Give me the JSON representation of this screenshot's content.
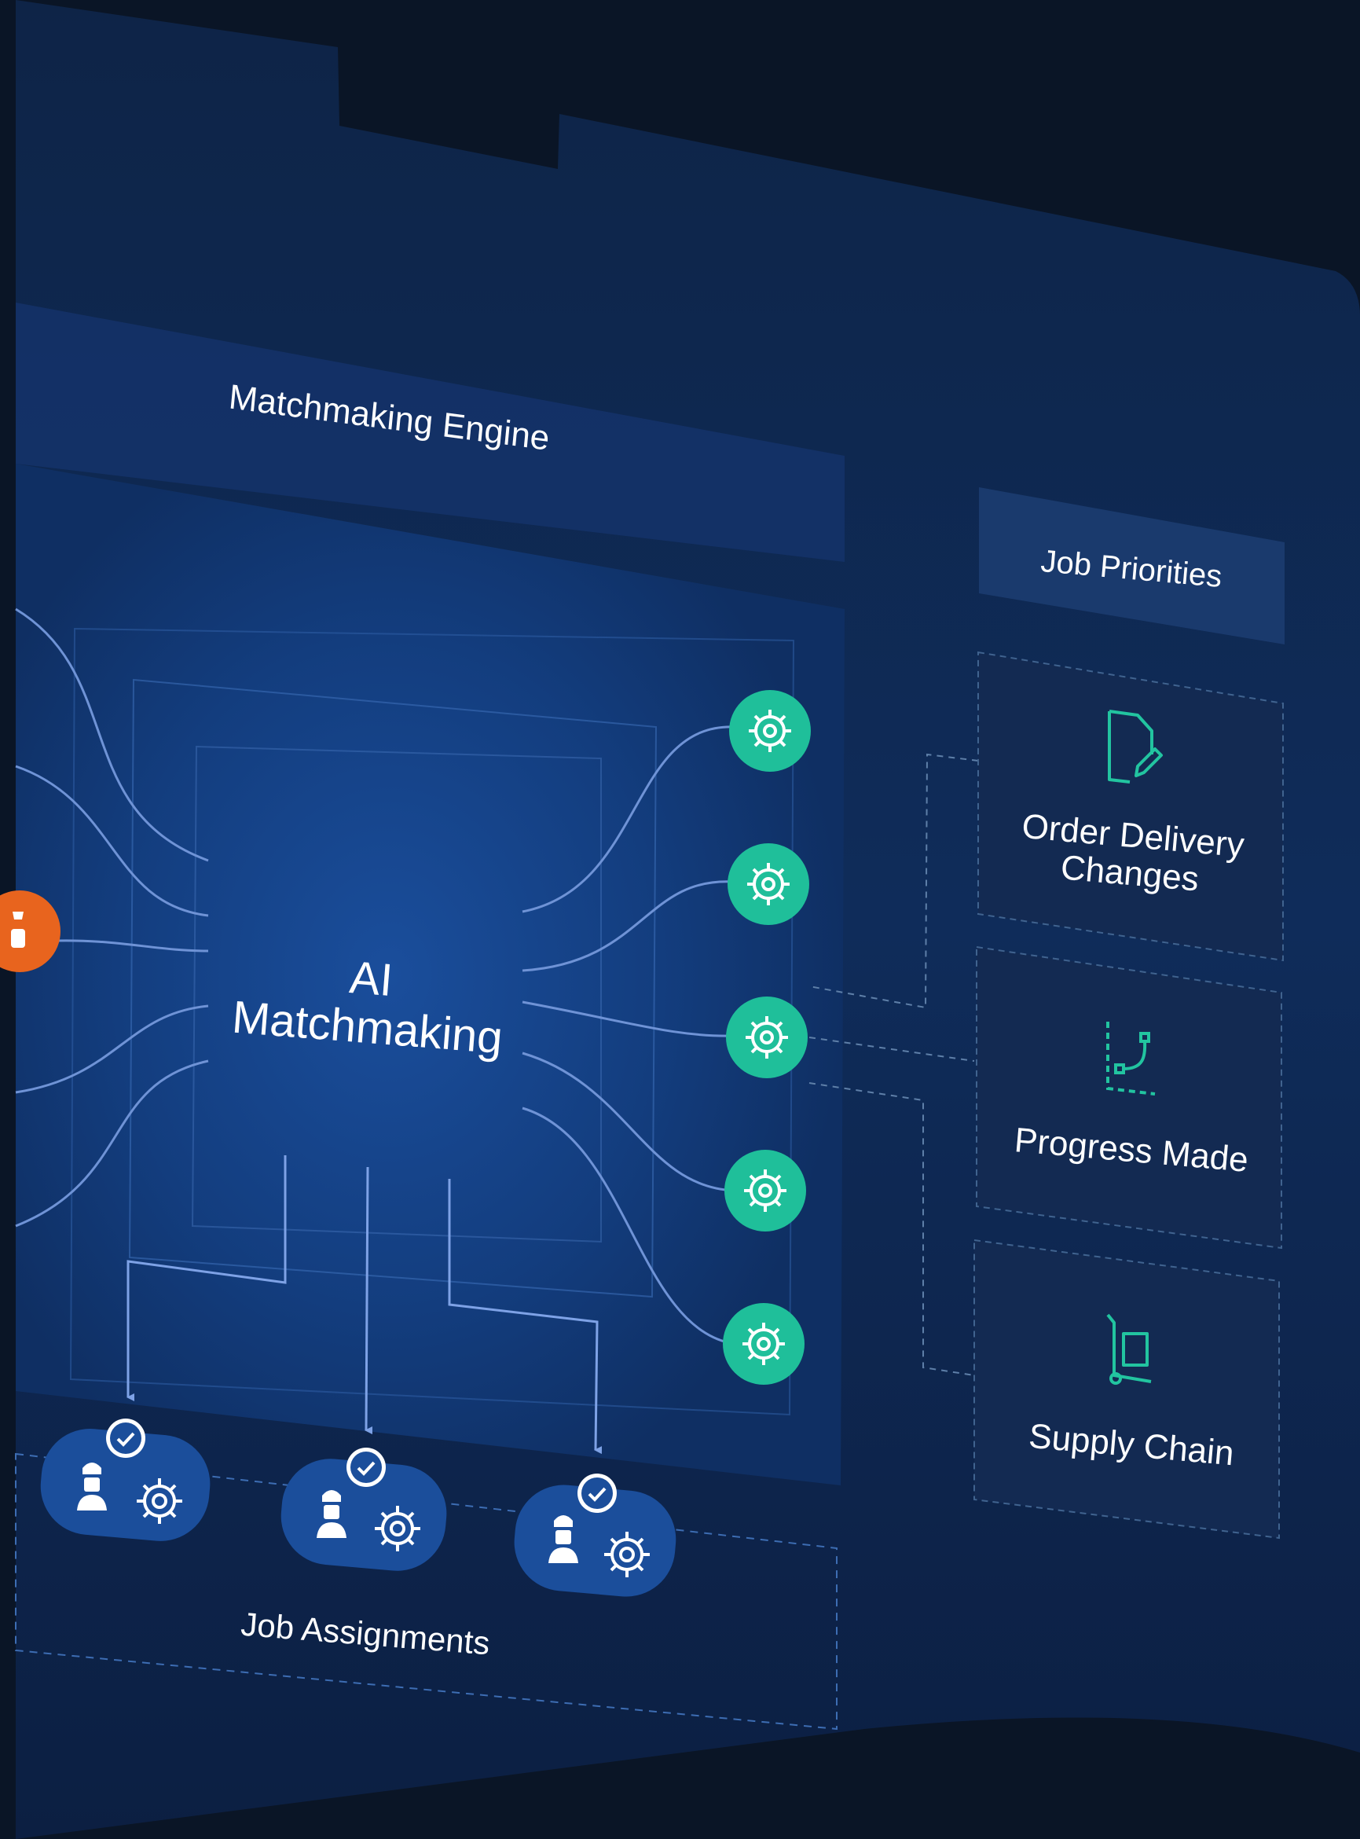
{
  "engine": {
    "title": "Matchmaking Engine",
    "center_label_line1": "AI",
    "center_label_line2": "Matchmaking"
  },
  "priorities": {
    "title": "Job Priorities",
    "cards": [
      {
        "line1": "Order Delivery",
        "line2": "Changes",
        "icon": "document-edit-icon"
      },
      {
        "line1": "Progress Made",
        "line2": "",
        "icon": "route-path-icon"
      },
      {
        "line1": "Supply Chain",
        "line2": "",
        "icon": "hand-truck-icon"
      }
    ]
  },
  "assignments": {
    "title": "Job Assignments",
    "items": [
      {
        "icon": "worker-gear-icon",
        "status": "check-icon"
      },
      {
        "icon": "worker-gear-icon",
        "status": "check-icon"
      },
      {
        "icon": "worker-gear-icon",
        "status": "check-icon"
      }
    ]
  },
  "colors": {
    "background": "#0a1526",
    "panel": "#0f2a57",
    "accent_green": "#1fbf9a",
    "accent_orange": "#e8641e",
    "line_blue": "#6f93d6"
  }
}
